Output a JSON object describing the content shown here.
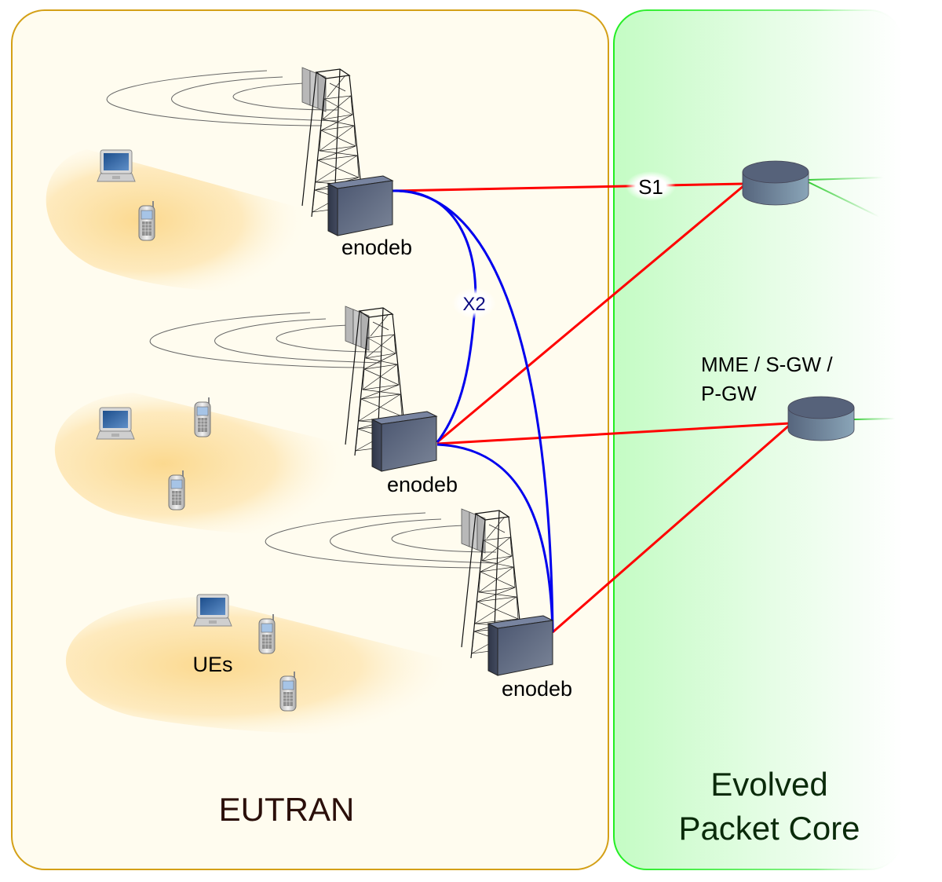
{
  "regions": {
    "eutran": {
      "label": "EUTRAN",
      "border_color": "#d4a017",
      "fill_color": "#fffcef",
      "label_color": "#2b0f0a"
    },
    "epc": {
      "label_line1": "Evolved",
      "label_line2": "Packet Core",
      "border_color": "#22dd22",
      "fill_color_start": "#c4fcc4",
      "fill_color_end": "#ffffff",
      "label_color": "#0a2a0a"
    }
  },
  "enodebs": [
    {
      "label": "enodeb"
    },
    {
      "label": "enodeb"
    },
    {
      "label": "enodeb"
    }
  ],
  "core": {
    "label_line1": "MME / S-GW /",
    "label_line2": "P-GW"
  },
  "interfaces": {
    "s1": {
      "label": "S1",
      "color": "#ff0000"
    },
    "x2": {
      "label": "X2",
      "color": "#0000ee",
      "label_color": "#0a0a80"
    }
  },
  "ues": {
    "label": "UEs"
  },
  "colors": {
    "coverage": "#fbd78a",
    "device_body": "#5a6680",
    "core_link": "#33cc33"
  }
}
